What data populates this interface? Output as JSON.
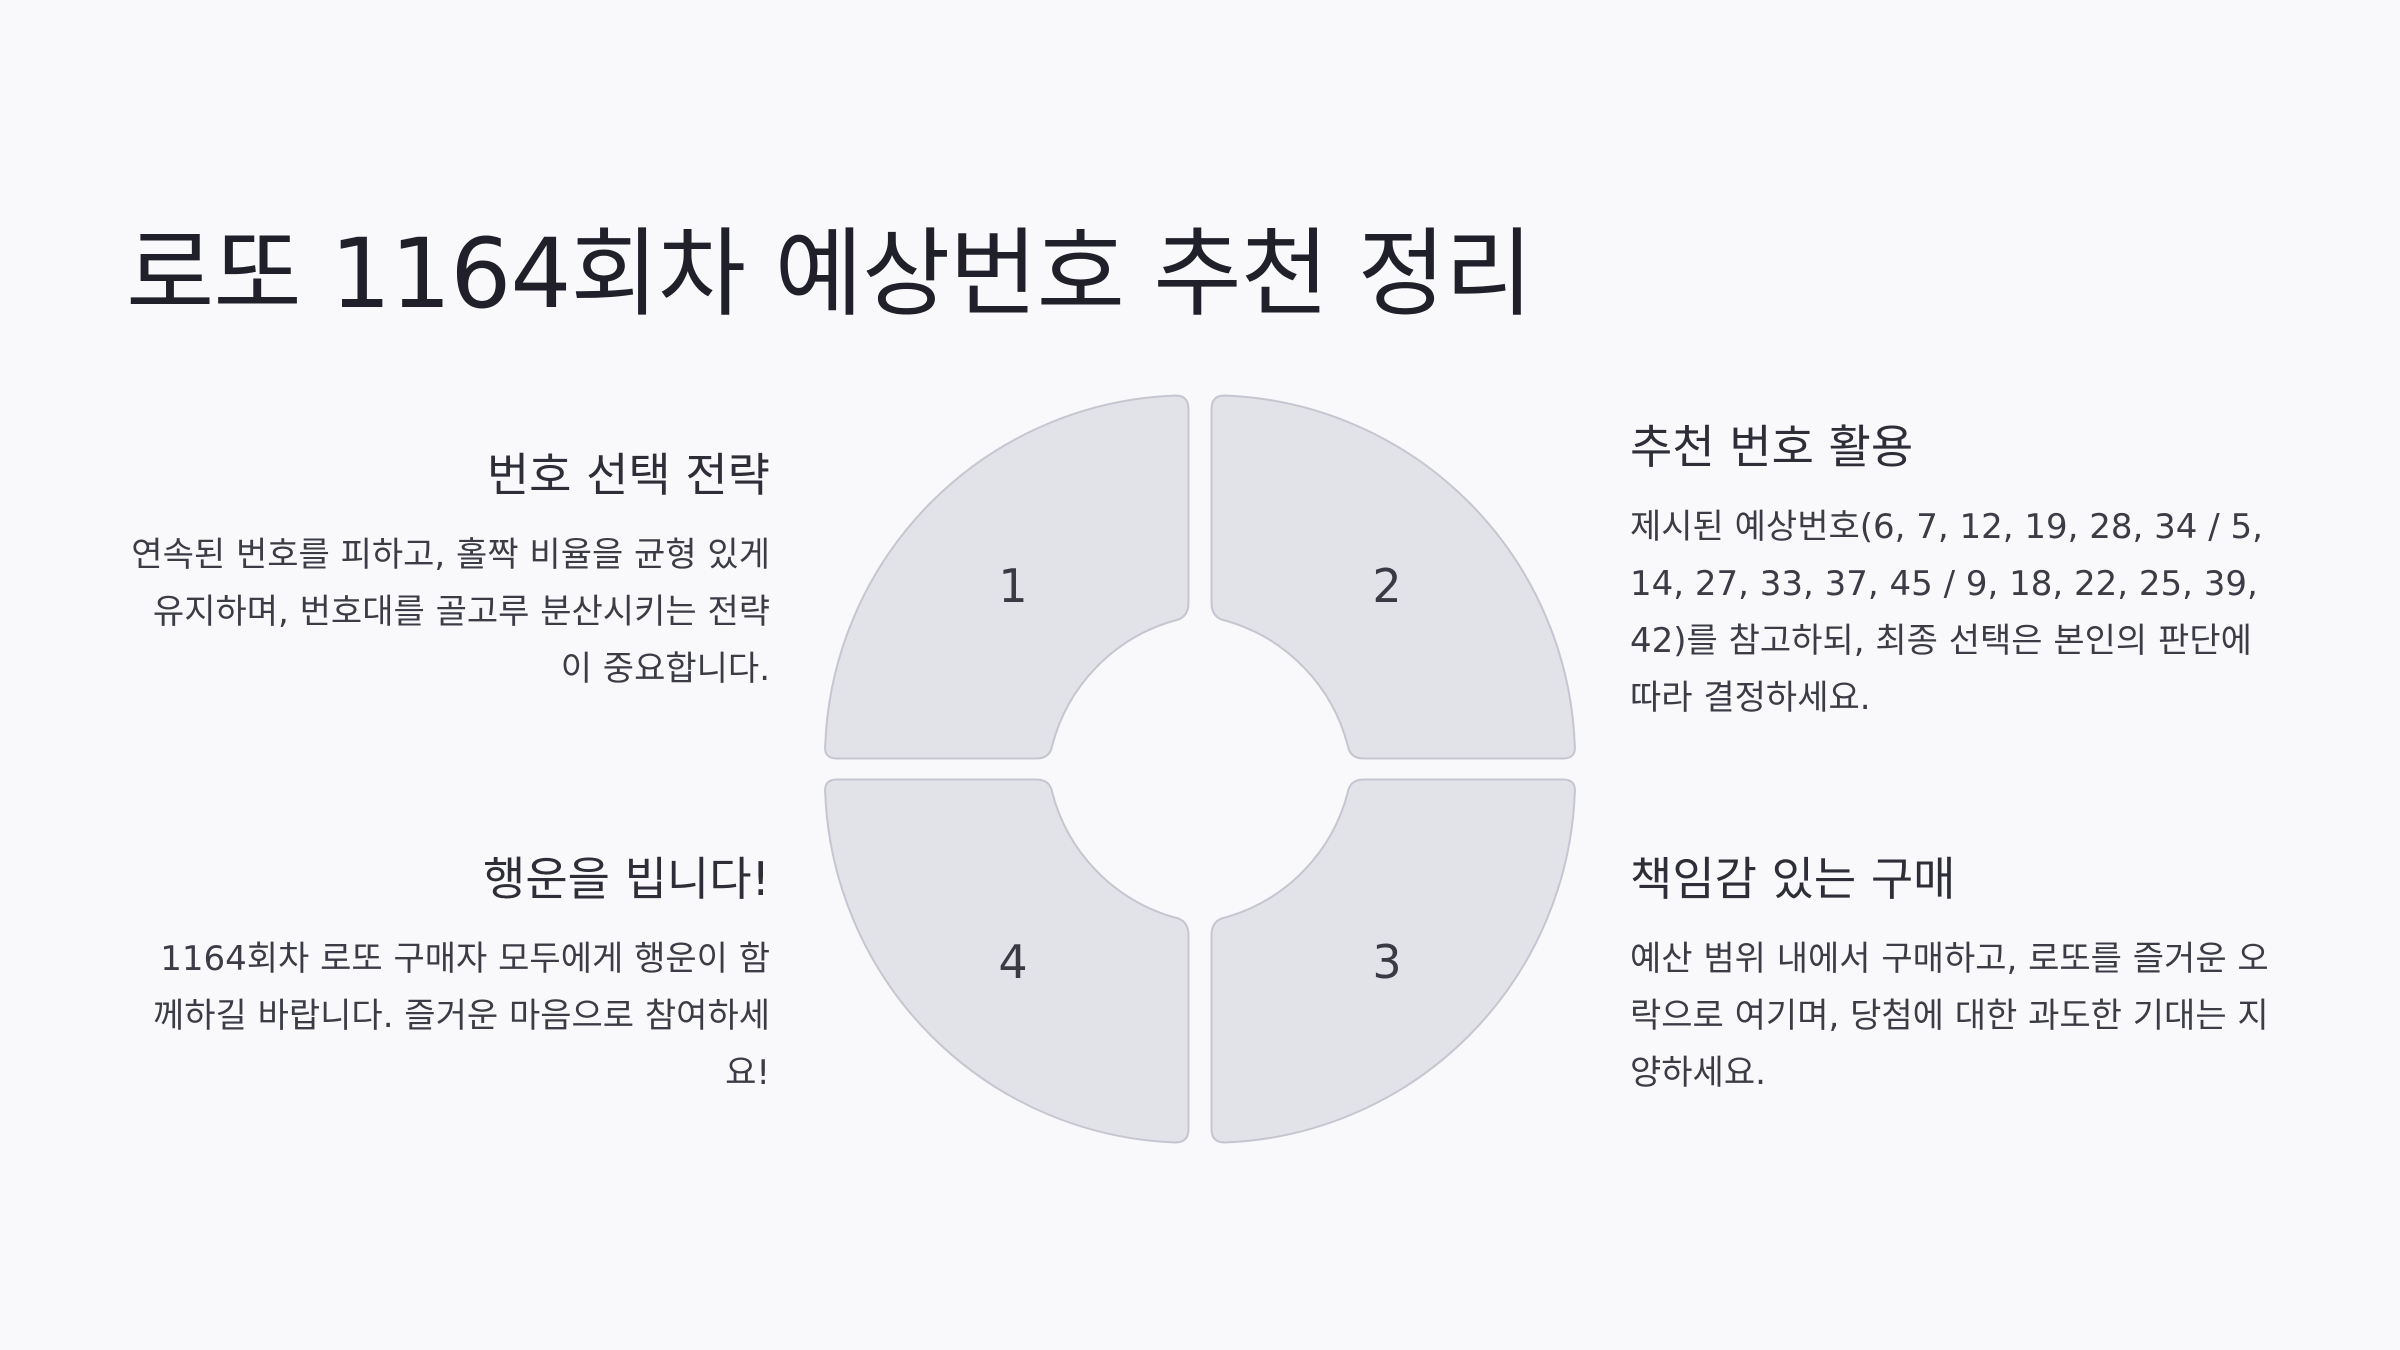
{
  "title": "로또 1164회차 예상번호 추천 정리",
  "segments": [
    {
      "number": "1"
    },
    {
      "number": "2"
    },
    {
      "number": "3"
    },
    {
      "number": "4"
    }
  ],
  "blocks": {
    "strategy": {
      "heading": "번호 선택 전략",
      "body": "연속된 번호를 피하고, 홀짝 비율을 균형 있게 유지하며, 번호대를 골고루 분산시키는 전략이 중요합니다."
    },
    "usage": {
      "heading": "추천 번호 활용",
      "body": "제시된 예상번호(6, 7, 12, 19, 28, 34 / 5, 14, 27, 33, 37, 45 / 9, 18, 22, 25, 39, 42)를 참고하되, 최종 선택은 본인의 판단에 따라 결정하세요."
    },
    "responsible": {
      "heading": "책임감 있는 구매",
      "body": "예산 범위 내에서 구매하고, 로또를 즐거운 오락으로 여기며, 당첨에 대한 과도한 기대는 지양하세요."
    },
    "luck": {
      "heading": "행운을 빕니다!",
      "body": "1164회차 로또 구매자 모두에게 행운이 함께하길 바랍니다. 즐거운 마음으로 참여하세요!"
    }
  }
}
